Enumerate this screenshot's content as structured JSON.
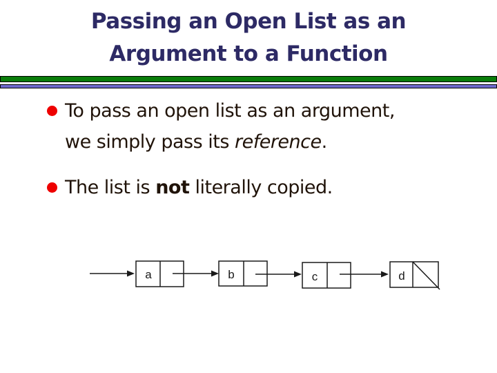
{
  "slide": {
    "title": {
      "line1": "Passing an Open List as an",
      "line2": "Argument to a Function"
    },
    "bullets": {
      "first": {
        "line1": "To pass an open list as an argument,",
        "line2_prefix": "we simply pass its ",
        "line2_emphasis": "reference",
        "line2_suffix": "."
      },
      "second": {
        "prefix": "The list is ",
        "bold": "not",
        "suffix": " literally copied."
      }
    },
    "diagram": {
      "nodes": [
        {
          "label": "a"
        },
        {
          "label": "b"
        },
        {
          "label": "c"
        },
        {
          "label": "d"
        }
      ]
    }
  },
  "colors": {
    "title": "#2d2a65",
    "body_text": "#201309",
    "bullet_dot": "#ee0000",
    "divider_green": "#0a7d0a",
    "divider_purple": "#6f6acd",
    "diagram_lines": "#1a1a1a"
  }
}
